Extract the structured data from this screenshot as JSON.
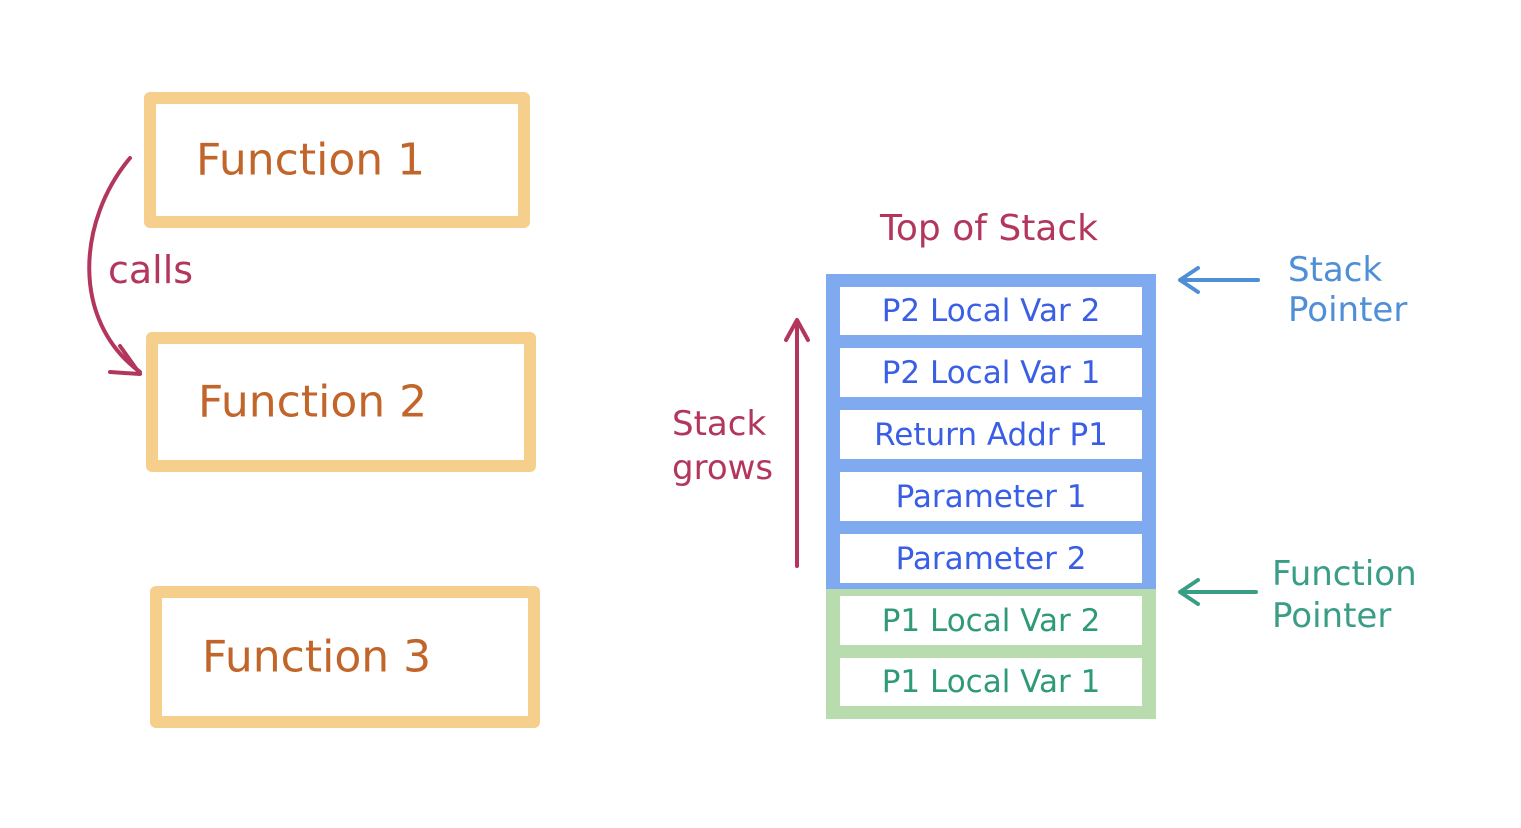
{
  "functions": [
    {
      "label": "Function 1"
    },
    {
      "label": "Function 2"
    },
    {
      "label": "Function 3"
    }
  ],
  "calls_label": "calls",
  "stack_grows_label": "Stack\ngrows",
  "top_of_stack_label": "Top of Stack",
  "stack_pointer_label": "Stack\nPointer",
  "function_pointer_label": "Function\nPointer",
  "stack_frames": [
    {
      "label": "P2 Local Var 2",
      "group": "blue"
    },
    {
      "label": "P2 Local Var 1",
      "group": "blue"
    },
    {
      "label": "Return Addr P1",
      "group": "blue"
    },
    {
      "label": "Parameter 1",
      "group": "blue"
    },
    {
      "label": "Parameter 2",
      "group": "blue"
    },
    {
      "label": "P1 Local Var 2",
      "group": "green"
    },
    {
      "label": "P1 Local Var 1",
      "group": "green"
    }
  ],
  "colors": {
    "function_box": "#f7cf8d",
    "function_text": "#c2652a",
    "annotation": "#b3365d",
    "stack_blue_border": "#80aaf0",
    "stack_blue_text": "#3a5ee6",
    "stack_green_border": "#b9dcae",
    "stack_green_text": "#2e9a78",
    "stack_pointer": "#4f8fd6",
    "function_pointer": "#3a9e87"
  }
}
